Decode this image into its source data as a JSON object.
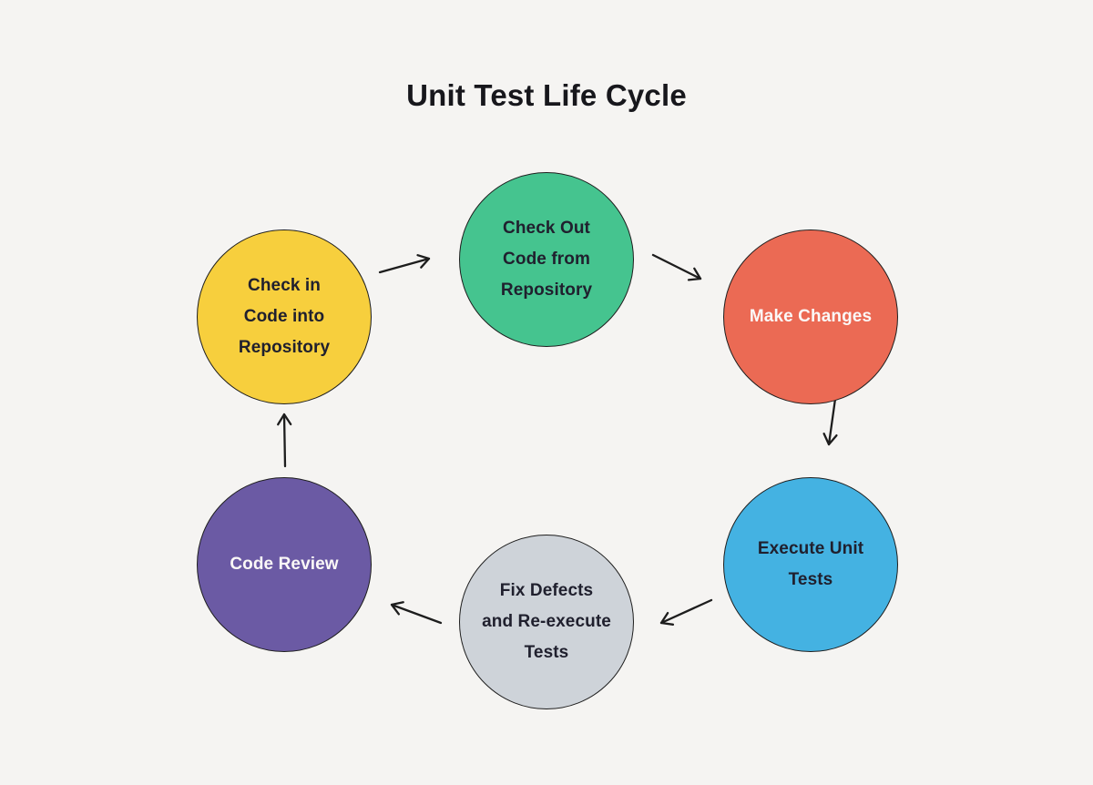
{
  "title": "Unit Test Life Cycle",
  "colors": {
    "background": "#F5F4F2",
    "title_text": "#17171C",
    "arrow": "#1D1D1D",
    "circle_border": "#1E1E1E"
  },
  "nodes": [
    {
      "id": "check-in-code-into-repository",
      "label": "Check in Code into Repository",
      "lines": [
        "Check in",
        "Code into",
        "Repository"
      ],
      "fill": "#F7CF3D",
      "text_color": "#20202E"
    },
    {
      "id": "check-out-code-from-repository",
      "label": "Check Out Code from Repository",
      "lines": [
        "Check Out",
        "Code from",
        "Repository"
      ],
      "fill": "#45C48F",
      "text_color": "#20202E"
    },
    {
      "id": "make-changes",
      "label": "Make Changes",
      "lines": [
        "Make Changes"
      ],
      "fill": "#EB6A54",
      "text_color": "#FBF8F7"
    },
    {
      "id": "execute-unit-tests",
      "label": "Execute Unit Tests",
      "lines": [
        "Execute Unit",
        "Tests"
      ],
      "fill": "#44B2E2",
      "text_color": "#20202E"
    },
    {
      "id": "fix-defects-and-reexecute-tests",
      "label": "Fix Defects and Re-execute Tests",
      "lines": [
        "Fix Defects",
        "and Re-execute",
        "Tests"
      ],
      "fill": "#CED3D9",
      "text_color": "#20202E"
    },
    {
      "id": "code-review",
      "label": "Code Review",
      "lines": [
        "Code Review"
      ],
      "fill": "#6B5AA4",
      "text_color": "#FBF8F7"
    }
  ],
  "arrows": [
    {
      "from": "check-in-code-into-repository",
      "to": "check-out-code-from-repository"
    },
    {
      "from": "check-out-code-from-repository",
      "to": "make-changes"
    },
    {
      "from": "make-changes",
      "to": "execute-unit-tests"
    },
    {
      "from": "execute-unit-tests",
      "to": "fix-defects-and-reexecute-tests"
    },
    {
      "from": "fix-defects-and-reexecute-tests",
      "to": "code-review"
    },
    {
      "from": "code-review",
      "to": "check-in-code-into-repository"
    }
  ]
}
